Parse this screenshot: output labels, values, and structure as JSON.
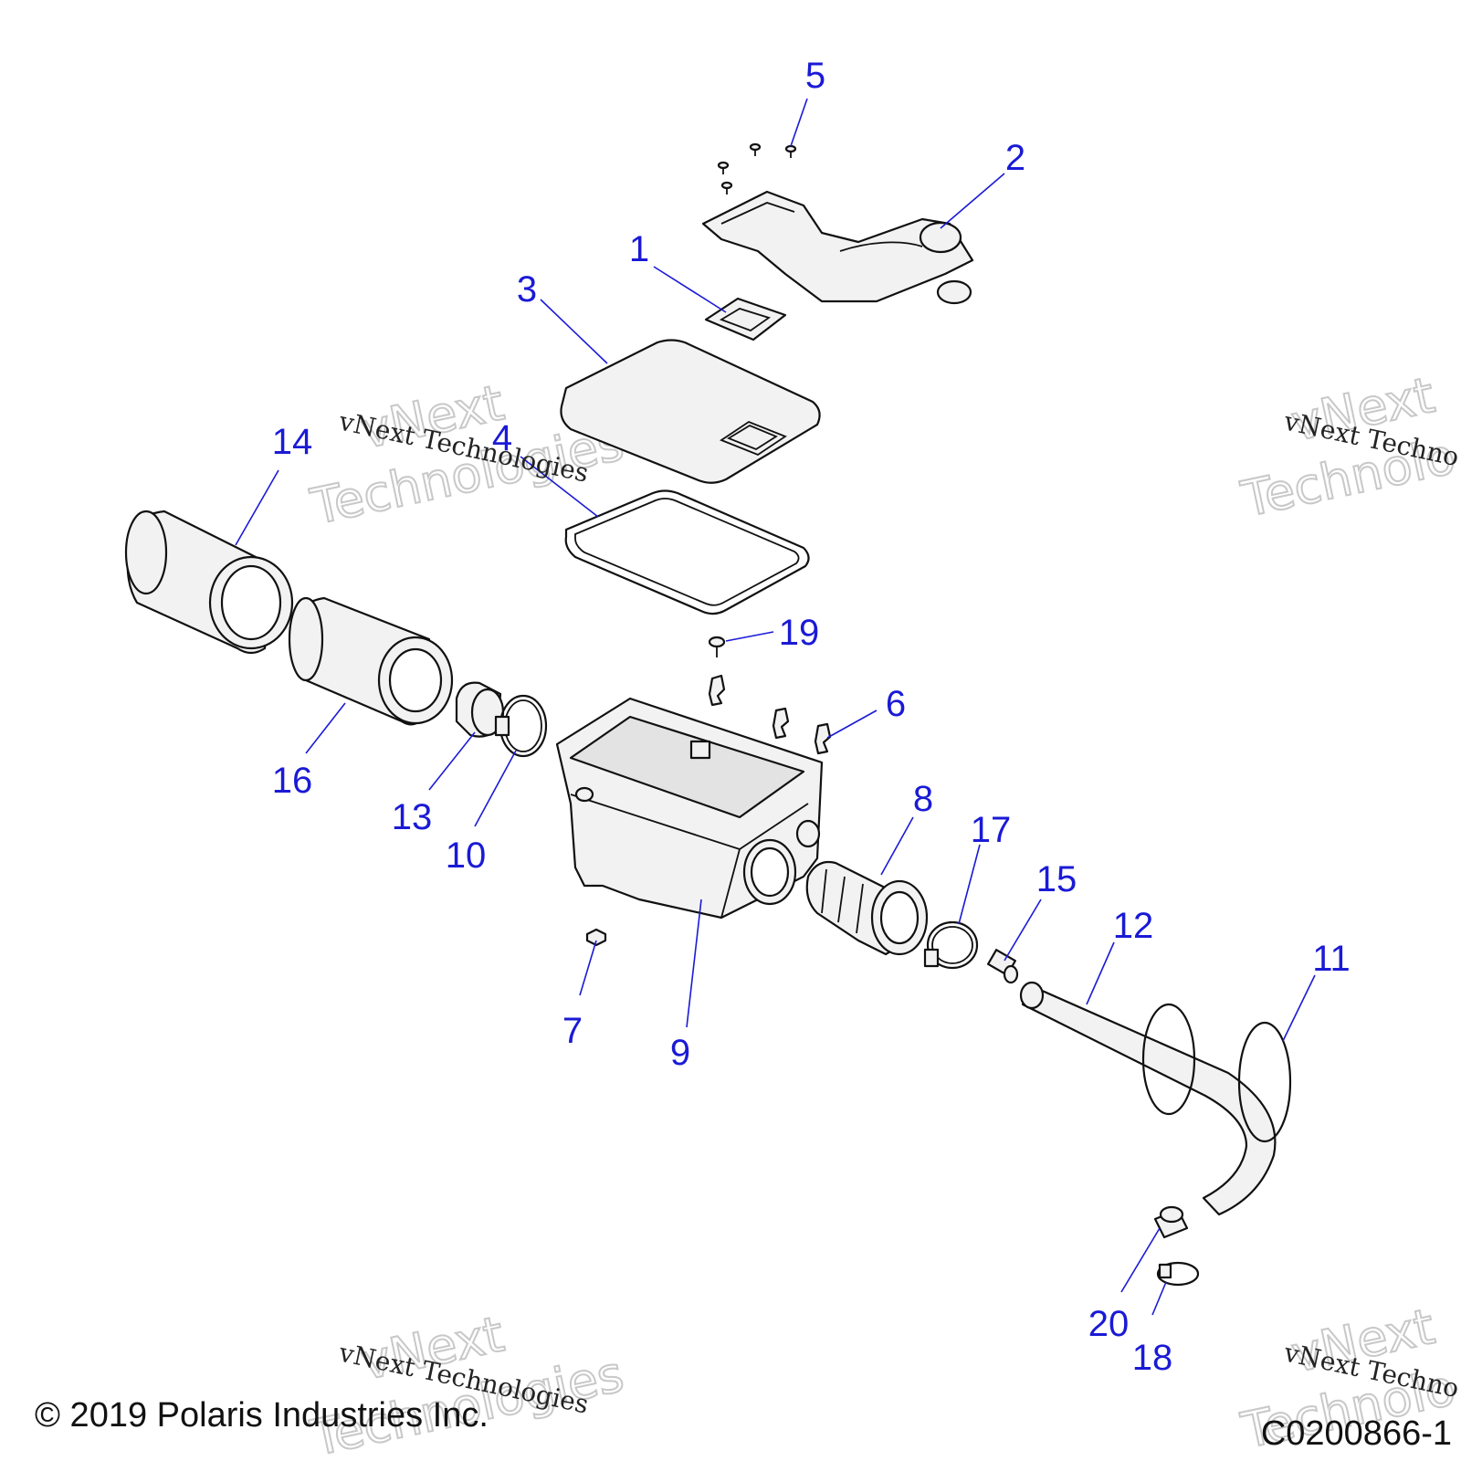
{
  "callouts": [
    {
      "num": "1"
    },
    {
      "num": "2"
    },
    {
      "num": "3"
    },
    {
      "num": "4"
    },
    {
      "num": "5"
    },
    {
      "num": "6"
    },
    {
      "num": "7"
    },
    {
      "num": "8"
    },
    {
      "num": "9"
    },
    {
      "num": "10"
    },
    {
      "num": "11"
    },
    {
      "num": "12"
    },
    {
      "num": "13"
    },
    {
      "num": "14"
    },
    {
      "num": "15"
    },
    {
      "num": "16"
    },
    {
      "num": "17"
    },
    {
      "num": "18"
    },
    {
      "num": "19"
    },
    {
      "num": "20"
    }
  ],
  "watermark": {
    "line1": "vNext",
    "line2": "Technologies",
    "caption": "vNext Technologies",
    "caption_partial": "vNext Techno",
    "big_partial_1": "vNext",
    "big_partial_2": "Technolo"
  },
  "footer": {
    "copyright": "© 2019 Polaris Industries Inc.",
    "figure_id": "C0200866-1"
  },
  "colors": {
    "callout": "#1a1ad6",
    "outline": "#111111"
  }
}
